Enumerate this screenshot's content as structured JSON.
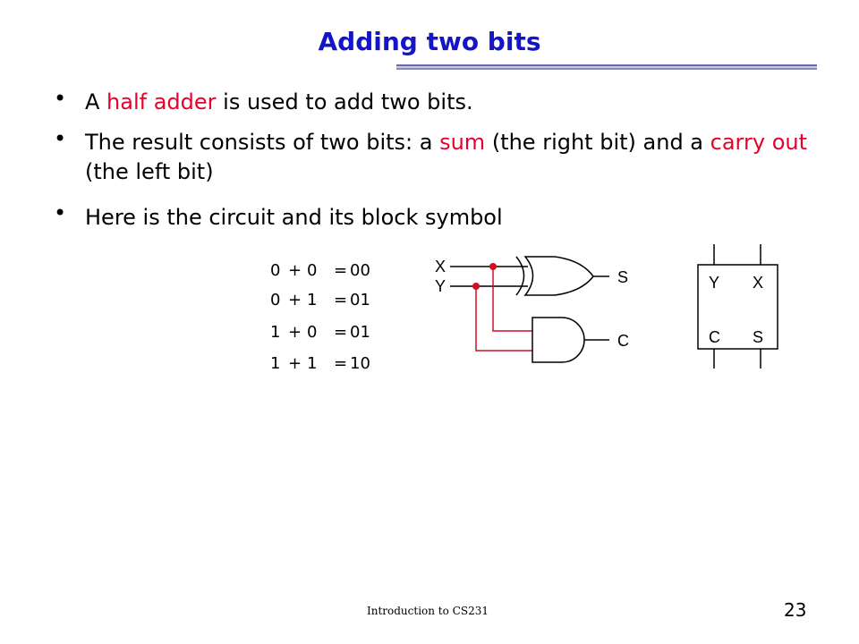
{
  "slide": {
    "title": "Adding two bits",
    "bullets": [
      {
        "pre": "A ",
        "highlight": "half adder",
        "post": " is used to add two bits."
      },
      {
        "pre": "The result consists of two bits: a ",
        "highlight": "sum",
        "mid": " (the right bit) and a ",
        "highlight2": "carry out",
        "post": " (the left bit)"
      },
      {
        "text": "Here is the circuit and its block symbol"
      }
    ],
    "bullet_glyph": "•",
    "sums": [
      {
        "a": "0",
        "op": "+",
        "b": "0",
        "eq": "=",
        "r": "00"
      },
      {
        "a": "0",
        "op": "+",
        "b": "1",
        "eq": "=",
        "r": "01"
      },
      {
        "a": "1",
        "op": "+",
        "b": "0",
        "eq": "=",
        "r": "01"
      },
      {
        "a": "1",
        "op": "+",
        "b": "1",
        "eq": "=",
        "r": "10"
      }
    ],
    "circuit": {
      "input_x": "X",
      "input_y": "Y",
      "output_s": "S",
      "output_c": "C"
    },
    "block": {
      "y": "Y",
      "x": "X",
      "c": "C",
      "s": "S"
    },
    "footer": "Introduction to CS231",
    "page_number": "23",
    "colors": {
      "title": "#1515c8",
      "highlight": "#e8002a",
      "wire": "#d01020"
    }
  }
}
